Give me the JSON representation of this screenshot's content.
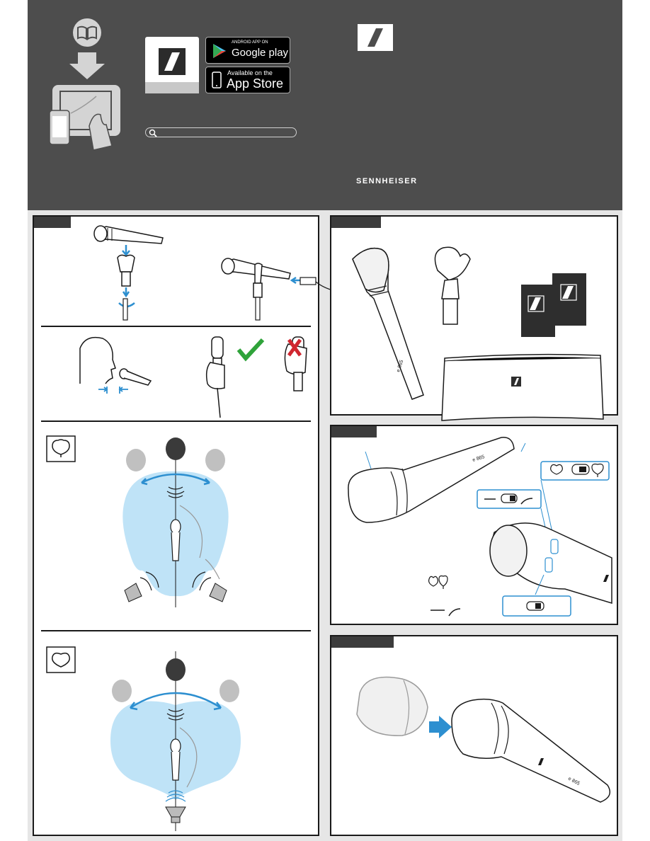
{
  "header": {
    "brand_name": "SENNHEISER",
    "google_play": {
      "small": "ANDROID APP ON",
      "large": "Google play"
    },
    "app_store": {
      "small": "Available on the",
      "large": "App Store"
    }
  },
  "product": {
    "model_mark": "e 865"
  },
  "colors": {
    "header_bg": "#4d4d4d",
    "panel_border": "#1a1a1a",
    "accent_blue": "#2d8fd0",
    "pattern_fill": "#bfe3f7",
    "check_green": "#2fa33a",
    "cross_red": "#d0262f"
  },
  "icons": [
    "manual-book-icon",
    "download-arrow-icon",
    "tablet-icon",
    "phone-icon",
    "search-icon",
    "sennheiser-logo-icon",
    "checkmark-icon",
    "cross-icon",
    "supercardioid-icon",
    "cardioid-icon"
  ]
}
